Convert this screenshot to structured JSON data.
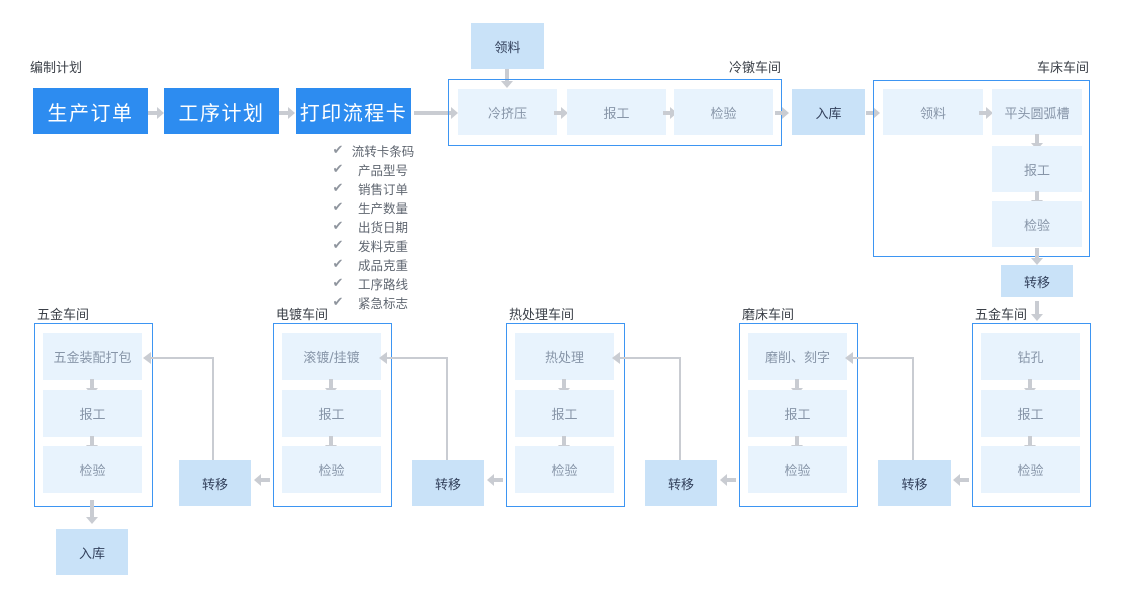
{
  "labels": {
    "planning": "编制计划",
    "material": "领料",
    "inbound": "入库",
    "transfer": "转移"
  },
  "main_steps": [
    "生产订单",
    "工序计划",
    "打印流程卡"
  ],
  "checklist": [
    "流转卡条码",
    "产品型号",
    "销售订单",
    "生产数量",
    "出货日期",
    "发料克重",
    "成品克重",
    "工序路线",
    "紧急标志"
  ],
  "check_icon": "✔",
  "cold_heading": {
    "title": "冷镦车间",
    "steps": [
      "冷挤压",
      "报工",
      "检验"
    ]
  },
  "lathe": {
    "title": "车床车间",
    "pick": "领料",
    "steps": [
      "平头圆弧槽",
      "报工",
      "检验"
    ]
  },
  "workshops": [
    {
      "title": "五金车间",
      "steps": [
        "五金装配打包",
        "报工",
        "检验"
      ]
    },
    {
      "title": "电镀车间",
      "steps": [
        "滚镀/挂镀",
        "报工",
        "检验"
      ]
    },
    {
      "title": "热处理车间",
      "steps": [
        "热处理",
        "报工",
        "检验"
      ]
    },
    {
      "title": "磨床车间",
      "steps": [
        "磨削、刻字",
        "报工",
        "检验"
      ]
    },
    {
      "title": "五金车间",
      "steps": [
        "钻孔",
        "报工",
        "检验"
      ]
    }
  ],
  "colors": {
    "accent": "#2d8cf0",
    "node_light": "#e8f3fd",
    "node_mid": "#c9e2f8",
    "group_border": "#3d95f2",
    "connector": "#c9ccd2"
  }
}
